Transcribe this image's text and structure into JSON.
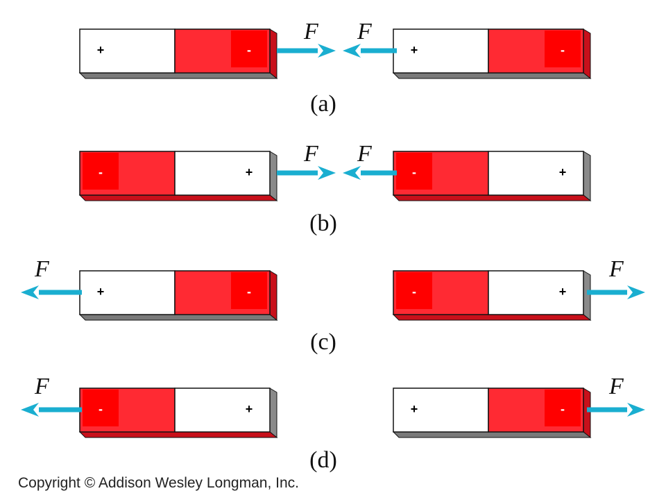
{
  "force_label": "F",
  "copyright": "Copyright © Addison Wesley Longman, Inc.",
  "colors": {
    "red": "#ff2a33",
    "red_dark": "#c8101b",
    "red_badge": "#ff0000",
    "arrow": "#1aaed0"
  },
  "rows": [
    {
      "label": "(a)",
      "arrows": "inward",
      "magnets": [
        {
          "left": "+",
          "right": "-",
          "left_color": "white",
          "right_color": "red"
        },
        {
          "left": "+",
          "right": "-",
          "left_color": "white",
          "right_color": "red"
        }
      ]
    },
    {
      "label": "(b)",
      "arrows": "inward",
      "magnets": [
        {
          "left": "-",
          "right": "+",
          "left_color": "red",
          "right_color": "white"
        },
        {
          "left": "-",
          "right": "+",
          "left_color": "red",
          "right_color": "white"
        }
      ]
    },
    {
      "label": "(c)",
      "arrows": "outward",
      "magnets": [
        {
          "left": "+",
          "right": "-",
          "left_color": "white",
          "right_color": "red"
        },
        {
          "left": "-",
          "right": "+",
          "left_color": "red",
          "right_color": "white"
        }
      ]
    },
    {
      "label": "(d)",
      "arrows": "outward",
      "magnets": [
        {
          "left": "-",
          "right": "+",
          "left_color": "red",
          "right_color": "white"
        },
        {
          "left": "+",
          "right": "-",
          "left_color": "white",
          "right_color": "red"
        }
      ]
    }
  ]
}
